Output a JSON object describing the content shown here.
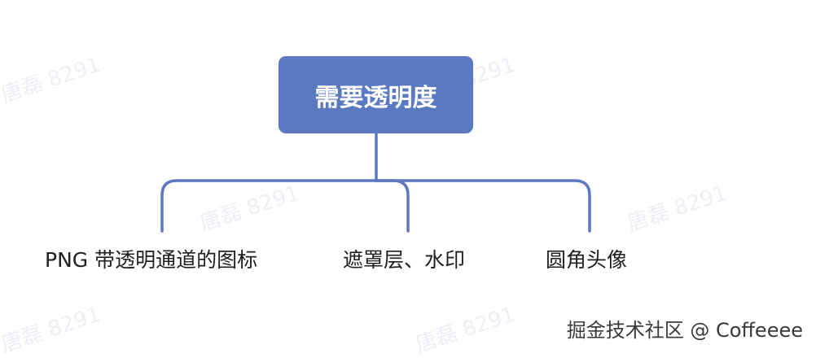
{
  "diagram": {
    "root": {
      "label": "需要透明度"
    },
    "children": [
      {
        "label": "PNG 带透明通道的图标"
      },
      {
        "label": "遮罩层、水印"
      },
      {
        "label": "圆角头像"
      }
    ],
    "colors": {
      "node_fill": "#5b79c0",
      "connector": "#5b79c0",
      "text": "#1f1f1f"
    }
  },
  "watermark": {
    "text": "唐磊 8291"
  },
  "footer": {
    "credit": "掘金技术社区 @ Coffeeee"
  }
}
